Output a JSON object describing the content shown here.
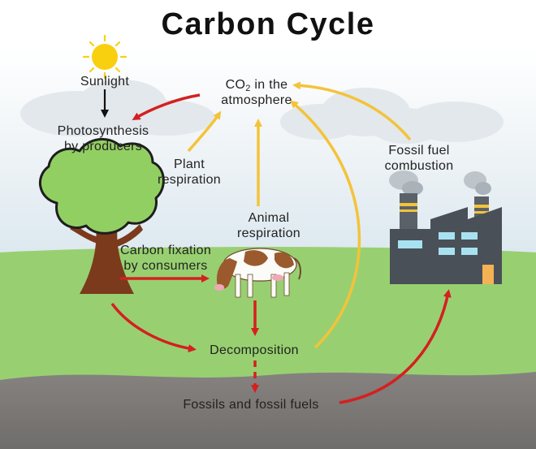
{
  "title": "Carbon Cycle",
  "labels": {
    "sunlight": "Sunlight",
    "co2_prefix": "CO",
    "co2_subscript": "2",
    "co2_suffix": " in the",
    "co2_line2": "atmosphere",
    "photosynthesis_line1": "Photosynthesis",
    "photosynthesis_line2": "by producers",
    "plant_respiration_line1": "Plant",
    "plant_respiration_line2": "respiration",
    "animal_respiration_line1": "Animal",
    "animal_respiration_line2": "respiration",
    "fossil_combustion_line1": "Fossil fuel",
    "fossil_combustion_line2": "combustion",
    "carbon_fixation_line1": "Carbon fixation",
    "carbon_fixation_line2": "by consumers",
    "decomposition": "Decomposition",
    "fossils": "Fossils and fossil fuels"
  },
  "colors": {
    "red_arrow": "#d42020",
    "yellow_arrow": "#f3c33a",
    "sun": "#f9d00f",
    "sky": "#dde8f0",
    "grass": "#98d071",
    "ground": "#7c7a78",
    "tree_canopy": "#92cf63",
    "tree_trunk": "#7b3a1b",
    "factory": "#4a5057"
  }
}
